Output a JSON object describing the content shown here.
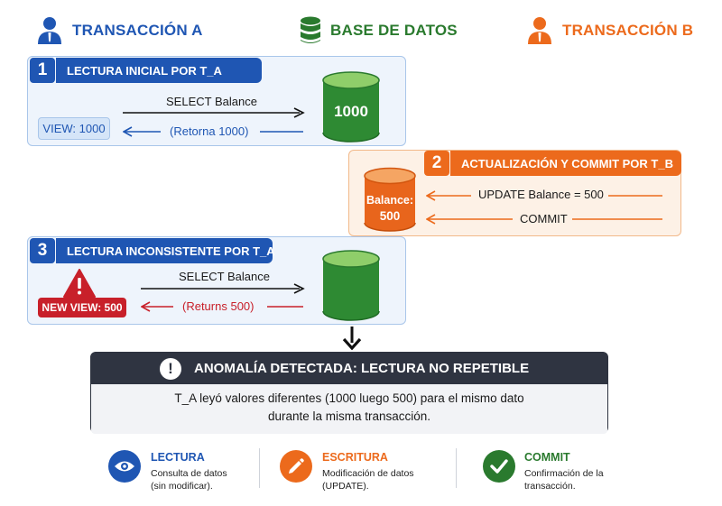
{
  "colors": {
    "blue": "#1f56b3",
    "green": "#2a7a2e",
    "orange": "#ec6a1c",
    "red": "#c8202a",
    "dark": "#2f3441"
  },
  "headers": {
    "transaction_a": "TRANSACCIÓN A",
    "database": "BASE DE DATOS",
    "transaction_b": "TRANSACCIÓN B"
  },
  "step1": {
    "number": "1",
    "title": "LECTURA INICIAL POR T_A",
    "request": "SELECT Balance",
    "response": "(Retorna 1000)",
    "view": "VIEW: 1000",
    "db_value": "1000"
  },
  "step2": {
    "number": "2",
    "title": "ACTUALIZACIÓN Y COMMIT POR T_B",
    "update": "UPDATE Balance = 500",
    "commit": "COMMIT",
    "db_label": "Balance:",
    "db_value": "500"
  },
  "step3": {
    "number": "3",
    "title": "LECTURA INCONSISTENTE POR T_A",
    "request": "SELECT Balance",
    "response": "(Returns 500)",
    "view": "NEW VIEW: 500"
  },
  "anomaly": {
    "icon": "!",
    "title": "ANOMALÍA DETECTADA: LECTURA NO REPETIBLE",
    "line1": "T_A  leyó valores diferentes (1000 luego 500) para el mismo dato",
    "line2": "durante la misma transacción."
  },
  "legend": {
    "read": {
      "icon": "eye-icon",
      "title": "LECTURA",
      "line1": "Consulta de datos",
      "line2": "(sin modificar)."
    },
    "write": {
      "icon": "pencil-icon",
      "title": "ESCRITURA",
      "line1": "Modificación de datos",
      "line2": "(UPDATE)."
    },
    "commit": {
      "icon": "check-icon",
      "title": "COMMIT",
      "line1": "Confirmación de la",
      "line2": "transacción."
    }
  }
}
